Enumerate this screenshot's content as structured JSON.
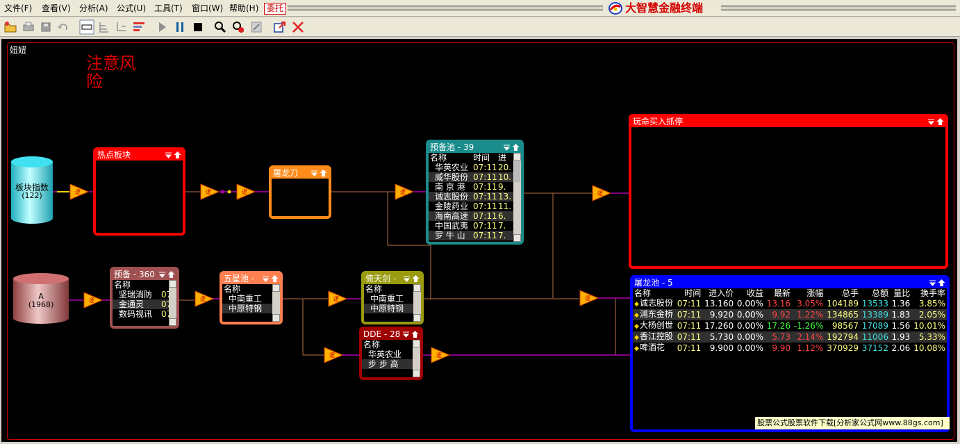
{
  "menu": {
    "items": [
      "文件(F)",
      "查看(V)",
      "分析(A)",
      "公式(U)",
      "工具(T)",
      "窗口(W)",
      "帮助(H)"
    ],
    "delegate": "委托",
    "brand": "大智慧金融终端"
  },
  "toolbar": {
    "buttons": [
      "open-folder-icon",
      "print-icon",
      "save-icon",
      "undo-icon",
      "rect-select-icon",
      "layout-tree-icon",
      "layout-branch-icon",
      "layout-list-icon",
      "play-icon",
      "pause-icon",
      "stop-icon",
      "search-icon",
      "search-cancel-icon",
      "edit-icon",
      "export-icon",
      "close-icon"
    ]
  },
  "canvas": {
    "title": "妞妞",
    "risk_label": "注意风险"
  },
  "sources": {
    "sector_index": {
      "label": "板块指数",
      "count": "(122)"
    },
    "all_a": {
      "label": "A",
      "count": "(1968)"
    }
  },
  "pools": {
    "hot_sector": {
      "title": "热点板块"
    },
    "tulongdao": {
      "title": "屠龙刀"
    },
    "prepare39": {
      "title": "预备池 - 39",
      "columns": [
        "名称",
        "时间",
        "进"
      ],
      "rows": [
        [
          "华英农业",
          "07:11",
          "20."
        ],
        [
          "威华股份",
          "07:11",
          "10."
        ],
        [
          "南 京 港",
          "07:11",
          "9."
        ],
        [
          "诚志股份",
          "07:11",
          "13."
        ],
        [
          "金陵药业",
          "07:11",
          "11."
        ],
        [
          "海南高速",
          "07:11",
          "6."
        ],
        [
          "中国武夷",
          "07:11",
          "7."
        ],
        [
          "罗 牛 山",
          "07:11",
          "7."
        ]
      ]
    },
    "buy_limit": {
      "title": "玩命买入抓停"
    },
    "prepare360": {
      "title": "预备 - 360",
      "columns": [
        "名称"
      ],
      "rows": [
        [
          "坚瑞消防",
          "07"
        ],
        [
          "金通灵",
          "07"
        ],
        [
          "数码视讯",
          "07"
        ]
      ]
    },
    "wuxing": {
      "title": "五星池 -",
      "columns": [
        "名称"
      ],
      "rows": [
        [
          "中南重工"
        ],
        [
          "中原特钢"
        ]
      ]
    },
    "yitian": {
      "title": "倚天剑 -",
      "columns": [
        "名称"
      ],
      "rows": [
        [
          "中南重工"
        ],
        [
          "中原特钢"
        ]
      ]
    },
    "dde": {
      "title": "DDE - 28",
      "columns": [
        "名称"
      ],
      "rows": [
        [
          "华英农业"
        ],
        [
          "步 步 高"
        ]
      ]
    },
    "tulong_pool": {
      "title": "屠龙池 - 5",
      "columns": [
        "名称",
        "时间",
        "进入价",
        "收益",
        "最新",
        "涨幅",
        "总手",
        "总额",
        "量比",
        "换手率"
      ],
      "rows": [
        {
          "name": "诚志股份",
          "time": "07:11",
          "entry": "13.160",
          "gain": "0.00%",
          "latest": "13.16",
          "change": "3.05%",
          "vol": "104189",
          "amount": "13533",
          "ratio": "1.36",
          "turnover": "3.85%",
          "color": "#ff4444"
        },
        {
          "name": "浦东金桥",
          "time": "07:11",
          "entry": "9.920",
          "gain": "0.00%",
          "latest": "9.92",
          "change": "1.22%",
          "vol": "134865",
          "amount": "13389",
          "ratio": "1.83",
          "turnover": "2.05%",
          "color": "#ff4444"
        },
        {
          "name": "大杨创世",
          "time": "07:11",
          "entry": "17.260",
          "gain": "0.00%",
          "latest": "17.26",
          "change": "-1.26%",
          "vol": "98567",
          "amount": "17089",
          "ratio": "1.56",
          "turnover": "10.01%",
          "color": "#44ff44"
        },
        {
          "name": "香江控股",
          "time": "07:11",
          "entry": "5.730",
          "gain": "0.00%",
          "latest": "5.73",
          "change": "2.14%",
          "vol": "192794",
          "amount": "11006",
          "ratio": "1.93",
          "turnover": "5.33%",
          "color": "#ff4444"
        },
        {
          "name": "啤酒花",
          "time": "07:11",
          "entry": "9.900",
          "gain": "0.00%",
          "latest": "9.90",
          "change": "1.12%",
          "vol": "370929",
          "amount": "37152",
          "ratio": "2.06",
          "turnover": "10.08%",
          "color": "#ff4444"
        }
      ]
    }
  },
  "watermark": "股票公式股票软件下载[分析家公式网www.88gs.com]",
  "colors": {
    "red": "#ff0000",
    "orange": "#ff8c1a",
    "teal": "#1a8c8c",
    "brown": "#a05050",
    "salmon": "#ff7f50",
    "olive": "#9b9b10",
    "darkred": "#a00000",
    "blue": "#0000ff",
    "link": "#b8704a",
    "flow": "#b000b0"
  }
}
